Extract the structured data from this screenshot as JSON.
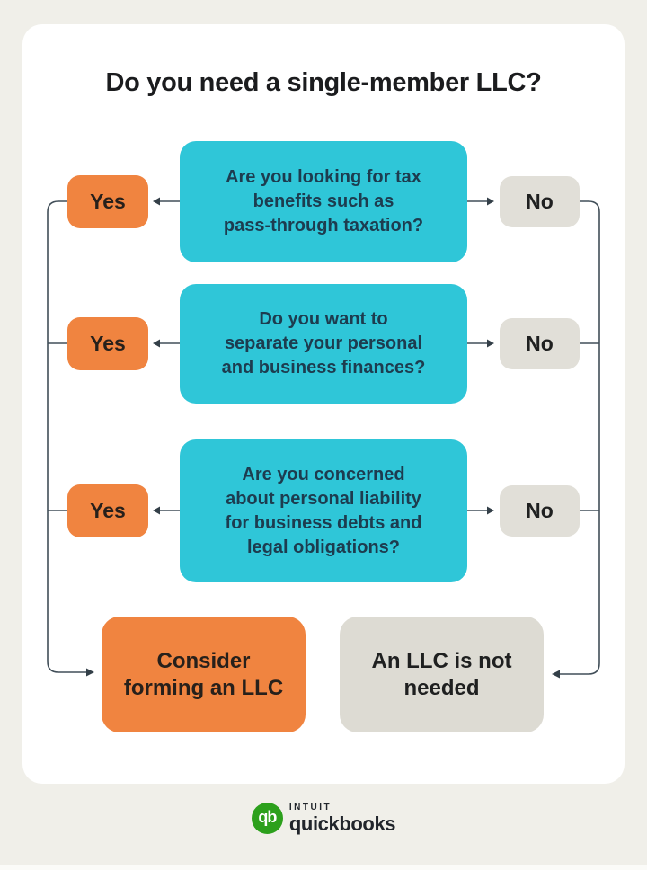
{
  "page": {
    "title": "Do you need a single-member LLC?"
  },
  "flowchart": {
    "rows": [
      {
        "question_lines": [
          "Are you looking for tax",
          "benefits such as",
          "pass-through taxation?"
        ],
        "yes_label": "Yes",
        "no_label": "No"
      },
      {
        "question_lines": [
          "Do you want to",
          "separate your personal",
          "and business finances?"
        ],
        "yes_label": "Yes",
        "no_label": "No"
      },
      {
        "question_lines": [
          "Are you concerned",
          "about personal liability",
          "for business debts and",
          "legal obligations?"
        ],
        "yes_label": "Yes",
        "no_label": "No"
      }
    ],
    "outcomes": {
      "yes_lines": [
        "Consider",
        "forming an LLC"
      ],
      "no_lines": [
        "An LLC is not",
        "needed"
      ]
    }
  },
  "branding": {
    "logo_icon": "quickbooks-qb-icon",
    "logo_monogram": "qb",
    "company": "INTUIT",
    "product": "quickbooks"
  },
  "colors": {
    "background": "#F0EFE9",
    "card": "#FFFFFF",
    "question_fill": "#2FC6D8",
    "question_text": "#1D3C4F",
    "yes_fill": "#F08440",
    "no_fill": "#E1DFD8",
    "outcome_no_fill": "#DDDBD3",
    "connector_line": "#414E58",
    "quickbooks_green": "#2CA01C",
    "title_text": "#1B1C1E"
  }
}
